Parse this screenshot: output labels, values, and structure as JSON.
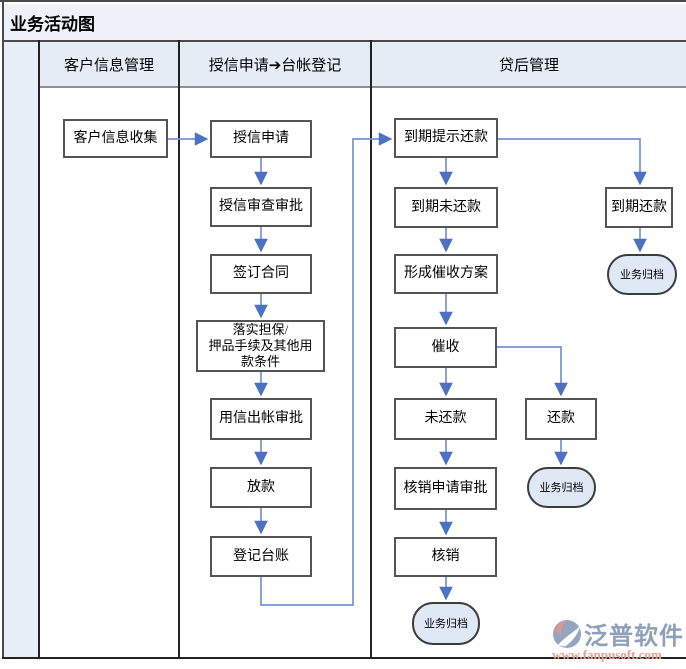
{
  "title": "业务活动图",
  "lanes": [
    {
      "label": "客户信息管理"
    },
    {
      "label": "授信申请➔台帐登记"
    },
    {
      "label": "贷后管理"
    }
  ],
  "nodes": {
    "collect_info": "客户信息收集",
    "credit_apply": "授信申请",
    "credit_review": "授信审查审批",
    "sign_contract": "签订合同",
    "implement_guarantee": "落实担保/\n押品手续及其他用\n款条件",
    "disbursement_review": "用信出帐审批",
    "loan_release": "放款",
    "register_ledger": "登记台账",
    "due_reminder": "到期提示还款",
    "due_unpaid": "到期未还款",
    "collection_plan": "形成催收方案",
    "collection": "催收",
    "unpaid": "未还款",
    "writeoff_review": "核销申请审批",
    "writeoff": "核销",
    "due_repaid": "到期还款",
    "repaid": "还款",
    "archive": "业务归档"
  },
  "watermark": {
    "brand": "泛普软件",
    "url": "www.fanpusoft.com"
  },
  "colors": {
    "header_bg": "#e5ecf6",
    "gutter_bg": "#e8eef7",
    "terminal_bg": "#dfe8f5",
    "connector": "#7494d6",
    "arrowhead": "#4c70c2",
    "brand_text": "#8fa0bb",
    "url_text": "#e79d92"
  }
}
